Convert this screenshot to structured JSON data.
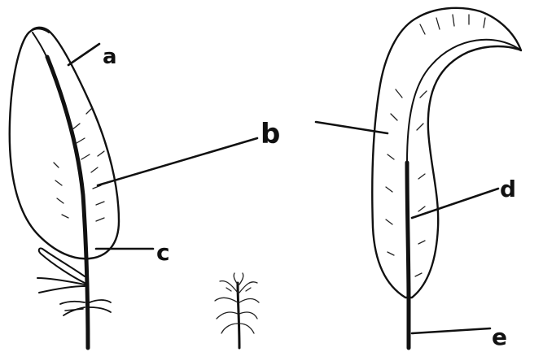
{
  "diagram": {
    "labels": {
      "a": "a",
      "b": "b",
      "c": "c",
      "d": "d",
      "e": "e"
    }
  }
}
